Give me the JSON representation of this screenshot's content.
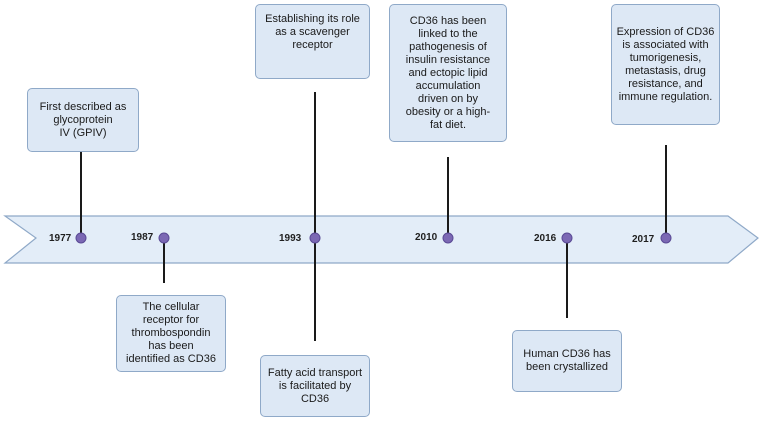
{
  "timeline": {
    "events": [
      {
        "year": "1977",
        "text": "First described as\nglycoprotein\nIV (GPIV)"
      },
      {
        "year": "1987",
        "text": "The cellular\nreceptor for\nthrombospondin\nhas been\nidentified as CD36"
      },
      {
        "year": "1993",
        "text_above": "Establishing its role\nas a scavenger\nreceptor",
        "text_below": "Fatty acid transport\nis facilitated by\nCD36"
      },
      {
        "year": "2010",
        "text": "CD36 has been\nlinked to the\npathogenesis of\ninsulin resistance\nand ectopic lipid\naccumulation\ndriven on by\nobesity or a high-\nfat diet."
      },
      {
        "year": "2016",
        "text": "Human CD36 has\nbeen crystallized"
      },
      {
        "year": "2017",
        "text": "Expression of CD36\nis associated with\ntumorigenesis,\nmetastasis, drug\nresistance, and\nimmune regulation."
      }
    ]
  },
  "colors": {
    "arrow_fill": "#e3edf8",
    "arrow_stroke": "#8fa9c8",
    "box_fill": "#dde8f5",
    "box_border": "#8fa9c8",
    "marker": "#7b68b4",
    "connector": "#1a1a1a"
  }
}
